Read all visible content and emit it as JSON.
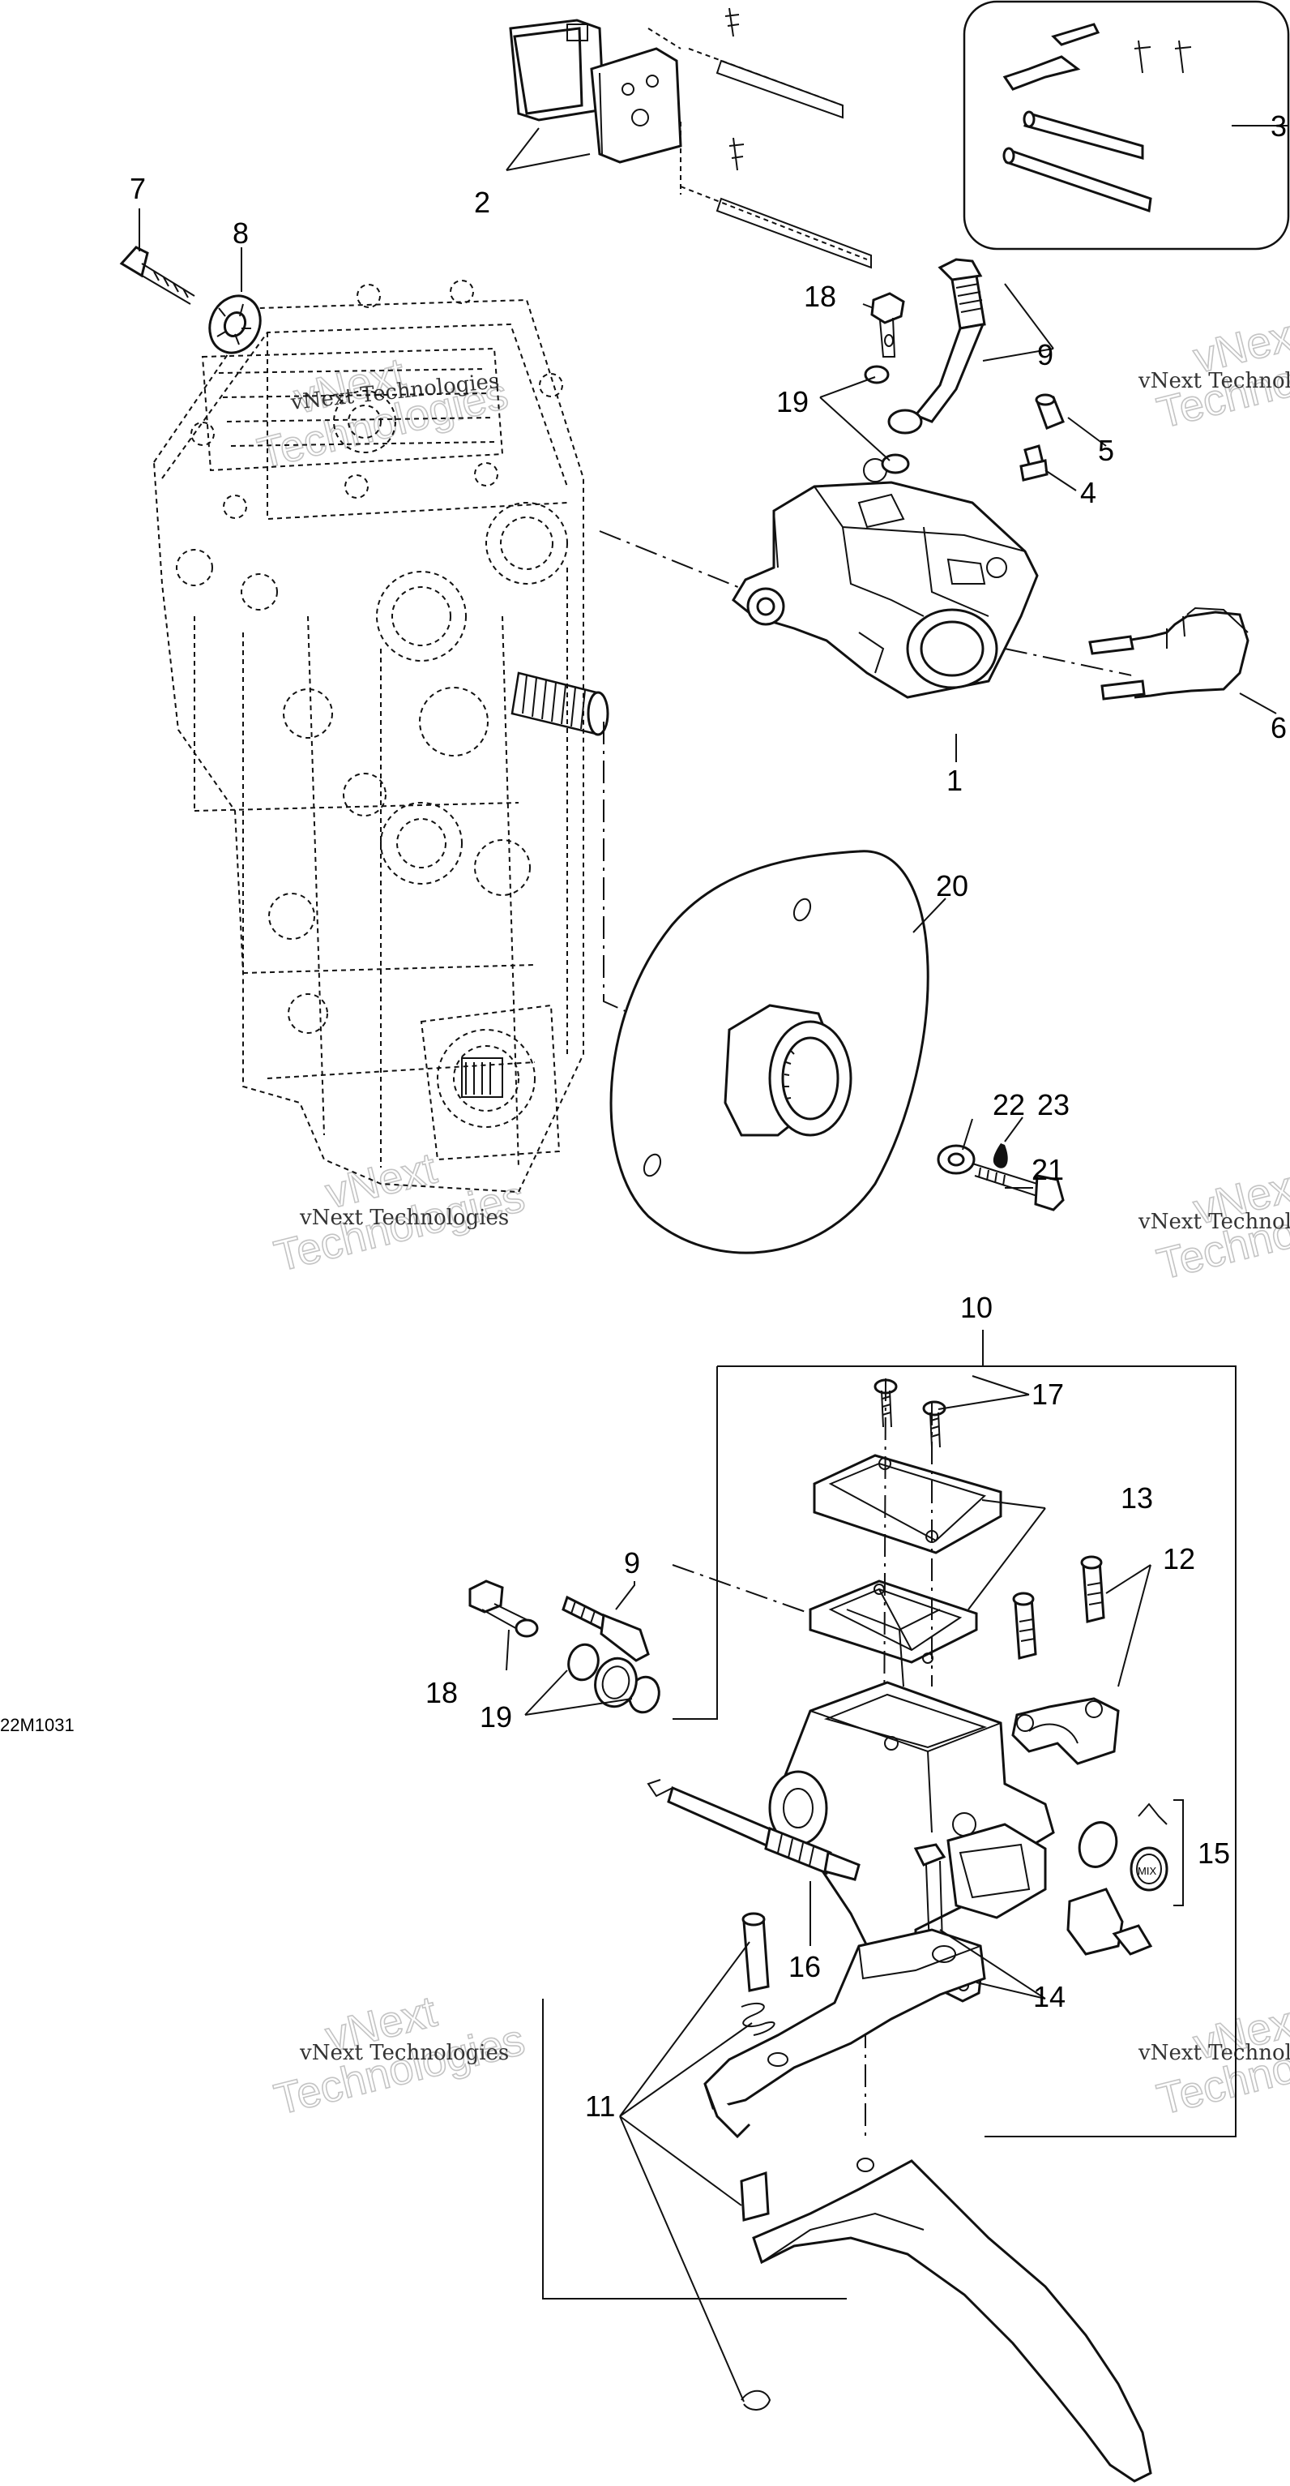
{
  "figure_code": "22M1031",
  "watermark": {
    "line1": "vNext",
    "line2": "Technologies",
    "full": "vNext Technologies"
  },
  "callouts": [
    {
      "num": "1"
    },
    {
      "num": "2"
    },
    {
      "num": "3"
    },
    {
      "num": "4"
    },
    {
      "num": "5"
    },
    {
      "num": "6"
    },
    {
      "num": "7"
    },
    {
      "num": "8"
    },
    {
      "num": "9"
    },
    {
      "num": "9"
    },
    {
      "num": "10"
    },
    {
      "num": "11"
    },
    {
      "num": "12"
    },
    {
      "num": "13"
    },
    {
      "num": "14"
    },
    {
      "num": "15"
    },
    {
      "num": "16"
    },
    {
      "num": "17"
    },
    {
      "num": "18"
    },
    {
      "num": "18"
    },
    {
      "num": "19"
    },
    {
      "num": "19"
    },
    {
      "num": "20"
    },
    {
      "num": "21"
    },
    {
      "num": "22"
    },
    {
      "num": "23"
    }
  ],
  "icons": {
    "mix_cap_text": "MIX"
  }
}
